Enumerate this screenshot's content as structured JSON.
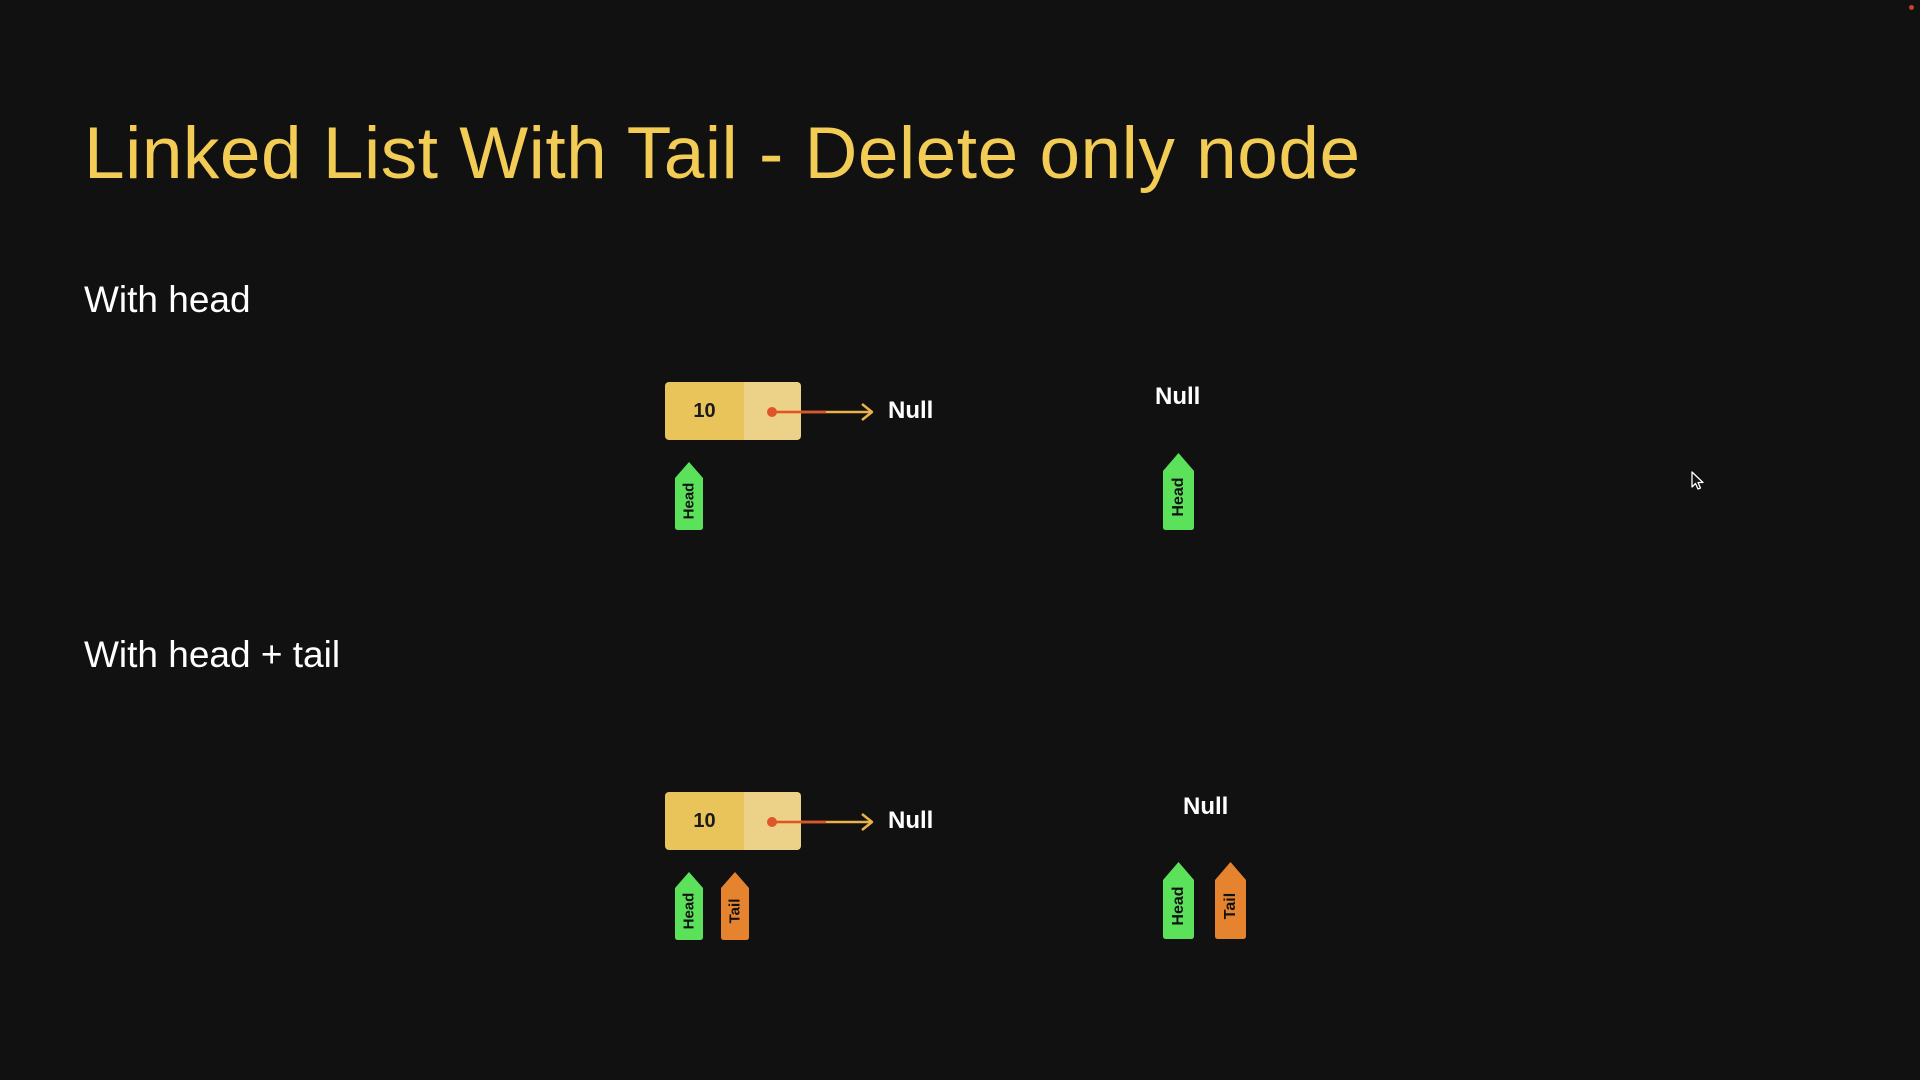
{
  "title": "Linked List With Tail - Delete only node",
  "colors": {
    "background": "#111112",
    "title": "#f2cc55",
    "node_data": "#e8c45a",
    "node_next": "#ecd288",
    "pointer_dot": "#e0542a",
    "pointer_arrow": "#ecb24a",
    "head_tag": "#5ce25a",
    "tail_tag": "#e5832e"
  },
  "sections": [
    {
      "label": "With head",
      "before": {
        "node_value": "10",
        "next_label": "Null",
        "tags": [
          "Head"
        ]
      },
      "after": {
        "null_label": "Null",
        "tags": [
          "Head"
        ]
      }
    },
    {
      "label": "With head + tail",
      "before": {
        "node_value": "10",
        "next_label": "Null",
        "tags": [
          "Head",
          "Tail"
        ]
      },
      "after": {
        "null_label": "Null",
        "tags": [
          "Head",
          "Tail"
        ]
      }
    }
  ],
  "icons": {
    "cursor": "mouse-pointer-icon",
    "recording": "recording-dot-icon"
  }
}
